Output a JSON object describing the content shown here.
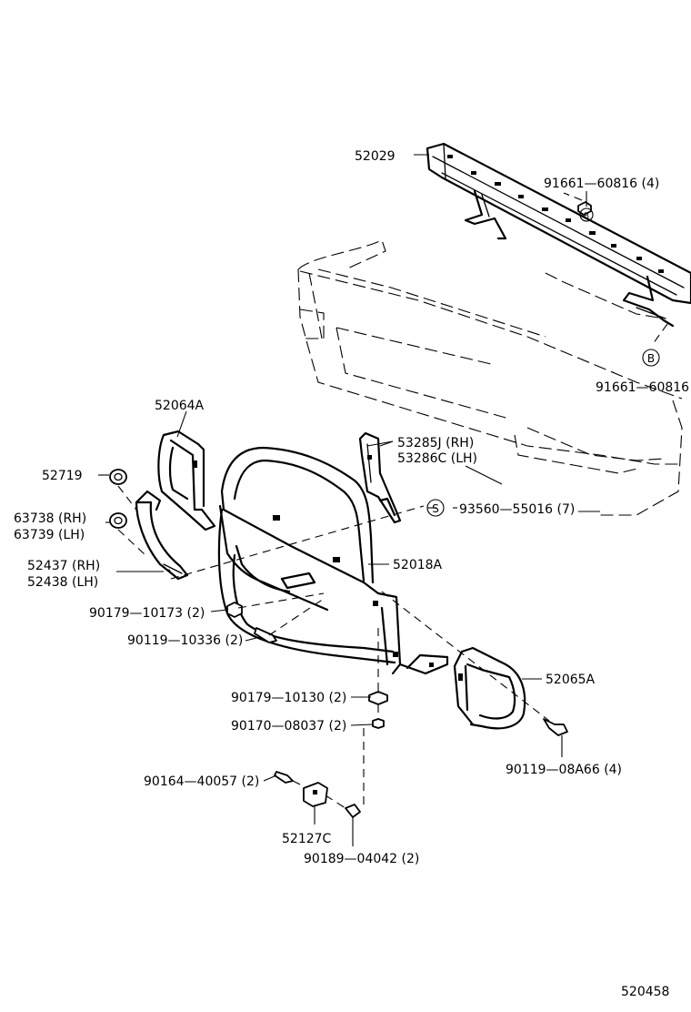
{
  "diagram_id": "520458",
  "labels": {
    "p52029": "52029",
    "p91661_60816_4": "91661—60816 (4)",
    "p91661_60816": "91661—60816",
    "callout_b_1": "B",
    "callout_b_2": "B",
    "p52064a": "52064A",
    "p53285j": "53285J (RH)",
    "p53286c": "53286C (LH)",
    "p52719": "52719",
    "p63738": "63738 (RH)",
    "p63739": "63739 (LH)",
    "callout_s": "S",
    "p93560_55016": "93560—55016 (7)",
    "p52437": "52437 (RH)",
    "p52438": "52438 (LH)",
    "p52018a": "52018A",
    "p90179_10173": "90179—10173 (2)",
    "p90119_10336": "90119—10336 (2)",
    "p52065a": "52065A",
    "p90179_10130": "90179—10130 (2)",
    "p90170_08037": "90170—08037 (2)",
    "p90119_08a66": "90119—08A66 (4)",
    "p90164_40057": "90164—40057 (2)",
    "p52127c": "52127C",
    "p90189_04042": "90189—04042 (2)"
  }
}
